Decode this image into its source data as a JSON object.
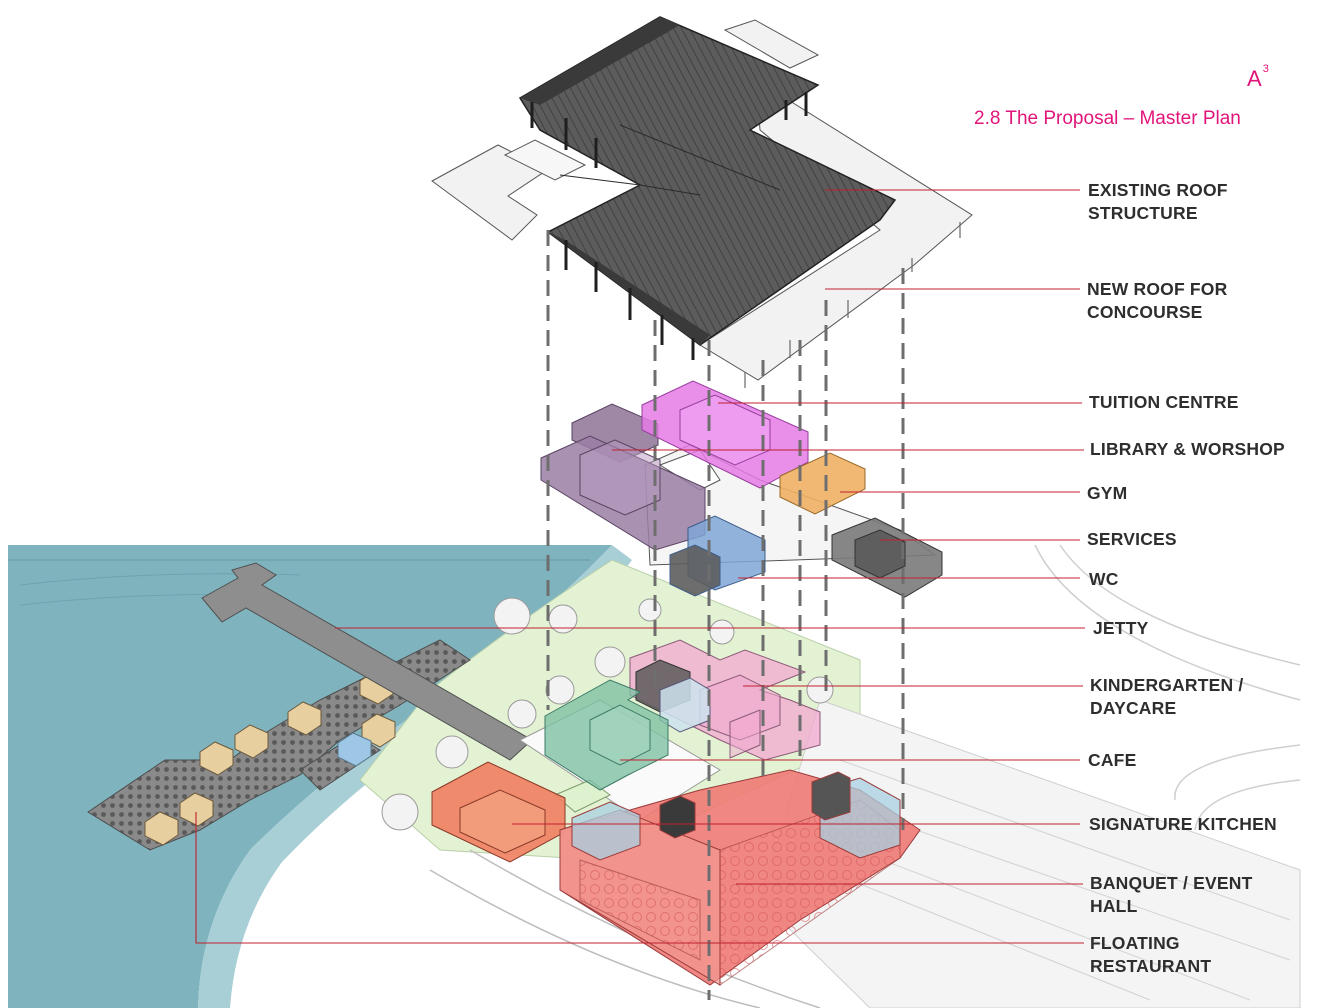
{
  "header": {
    "logo": "A",
    "logo_sup": "3",
    "subtitle": "2.8 The Proposal – Master Plan"
  },
  "labels": [
    {
      "id": "existing-roof",
      "lines": [
        "EXISTING ROOF",
        "STRUCTURE"
      ]
    },
    {
      "id": "new-roof",
      "lines": [
        "NEW ROOF FOR",
        "CONCOURSE"
      ]
    },
    {
      "id": "tuition",
      "lines": [
        "TUITION CENTRE"
      ]
    },
    {
      "id": "library",
      "lines": [
        "LIBRARY & WORSHOP"
      ]
    },
    {
      "id": "gym",
      "lines": [
        "GYM"
      ]
    },
    {
      "id": "services",
      "lines": [
        "SERVICES"
      ]
    },
    {
      "id": "wc",
      "lines": [
        "WC"
      ]
    },
    {
      "id": "jetty",
      "lines": [
        "JETTY"
      ]
    },
    {
      "id": "kindergarten",
      "lines": [
        "KINDERGARTEN /",
        "DAYCARE"
      ]
    },
    {
      "id": "cafe",
      "lines": [
        "CAFE"
      ]
    },
    {
      "id": "signature-kitchen",
      "lines": [
        "SIGNATURE KITCHEN"
      ]
    },
    {
      "id": "banquet",
      "lines": [
        "BANQUET / EVENT",
        "HALL"
      ]
    },
    {
      "id": "floating-restaurant",
      "lines": [
        "FLOATING",
        "RESTAURANT"
      ]
    }
  ],
  "colors": {
    "accent": "#e0157a",
    "leader": "#c0202e",
    "water": "#7fb4bf",
    "lawn": "#e3f2d2",
    "roof": "#555555",
    "tuition": "#e57be6",
    "library": "#9a7ea4",
    "gym": "#f0b064",
    "services": "#7a7a7a",
    "wc": "#7fa6d6",
    "kindergarten": "#f2a8cf",
    "cafe": "#7fc0a4",
    "kitchen": "#ef8060",
    "banquet": "#ef7a74",
    "pods": "#e8cfa0"
  }
}
